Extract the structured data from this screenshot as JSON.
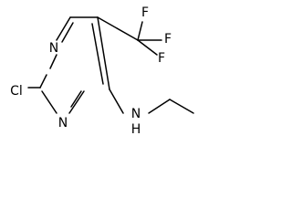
{
  "molecule": {
    "atoms": {
      "n_top": "N",
      "n_bottom": "N",
      "cl": "Cl",
      "nh": "N",
      "h": "H",
      "f_top": "F",
      "f_right": "F",
      "f_mid": "F"
    }
  }
}
